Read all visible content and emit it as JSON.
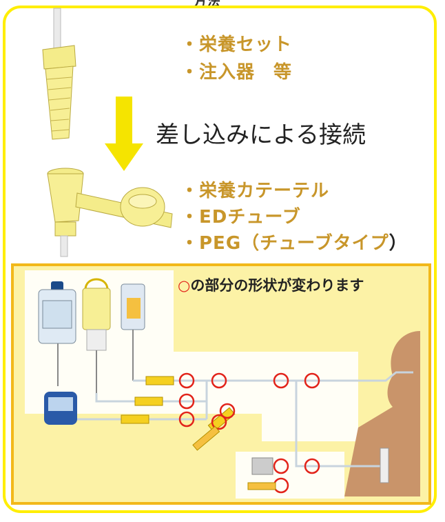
{
  "top_fragment": "方法",
  "upper_labels": [
    "・栄養セット",
    "・注入器　等"
  ],
  "connection_label": "差し込みによる接続",
  "lower_labels": [
    "・栄養カテーテル",
    "・EDチューブ"
  ],
  "lower_label_peg": "・PEG（チューブタイプ",
  "lower_label_peg_close": "）",
  "note_symbol": "○",
  "note_text": "の部分の形状が変わります",
  "colors": {
    "frame": "#ffee00",
    "label_gold": "#c8962a",
    "arrow": "#f5e400",
    "panel_bg": "#fcf2a6",
    "panel_border": "#f2b81a",
    "marker_red": "#e2231a",
    "silhouette": "#c9946a"
  }
}
